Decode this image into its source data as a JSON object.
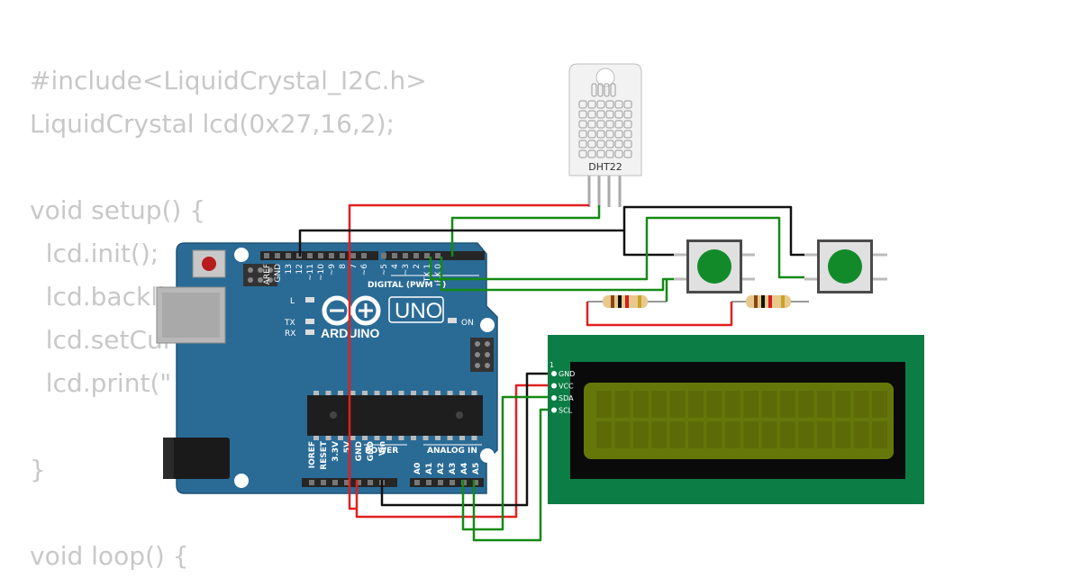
{
  "code_lines": [
    "#include<LiquidCrystal_I2C.h>",
    "LiquidCrystal lcd(0x27,16,2);",
    "",
    "void setup() {",
    "  lcd.init();",
    "  lcd.backli",
    "  lcd.setCur",
    "  lcd.print(\"",
    "",
    "}",
    "",
    "void loop() {"
  ],
  "sensor": {
    "label": "DHT22"
  },
  "arduino": {
    "brand": "ARDUINO",
    "model": "UNO",
    "digital_header": "DIGITAL (PWM ~)",
    "power_header": "POWER",
    "analog_header": "ANALOG IN",
    "on_label": "ON",
    "l_label": "L",
    "tx_label": "TX",
    "rx_label": "RX",
    "digital_pins": [
      "AREF",
      "GND",
      "13",
      "12",
      "~11",
      "~10",
      "~9",
      "8",
      "7",
      "~6",
      "~5",
      "4",
      "~3",
      "2",
      "TX 1",
      "RX 0"
    ],
    "power_pins": [
      "IOREF",
      "RESET",
      "3.3V",
      "5V",
      "GND",
      "GND",
      "Vin"
    ],
    "analog_pins": [
      "A0",
      "A1",
      "A2",
      "A3",
      "A4",
      "A5"
    ]
  },
  "lcd": {
    "pin_number": "1",
    "pins": [
      "GND",
      "VCC",
      "SDA",
      "SCL"
    ]
  },
  "colors": {
    "board": "#2a6b96",
    "wire_red": "#e02020",
    "wire_green": "#148a14",
    "wire_black": "#111111",
    "lcd_pcb": "#0b7d45",
    "lcd_screen": "#66770a",
    "button_cap": "#138a2a",
    "code_text": "#c8c8c8"
  }
}
